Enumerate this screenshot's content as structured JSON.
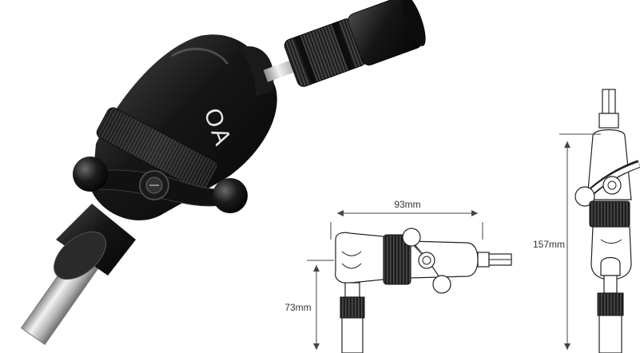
{
  "product": {
    "logo_text": "OA",
    "colors": {
      "body": "#141414",
      "highlight": "#5a5a5a",
      "metal": "#c9c9c9",
      "background": "#ffffff"
    }
  },
  "dimensions": {
    "width_label": "93mm",
    "height_label": "73mm",
    "length_label": "157mm"
  }
}
